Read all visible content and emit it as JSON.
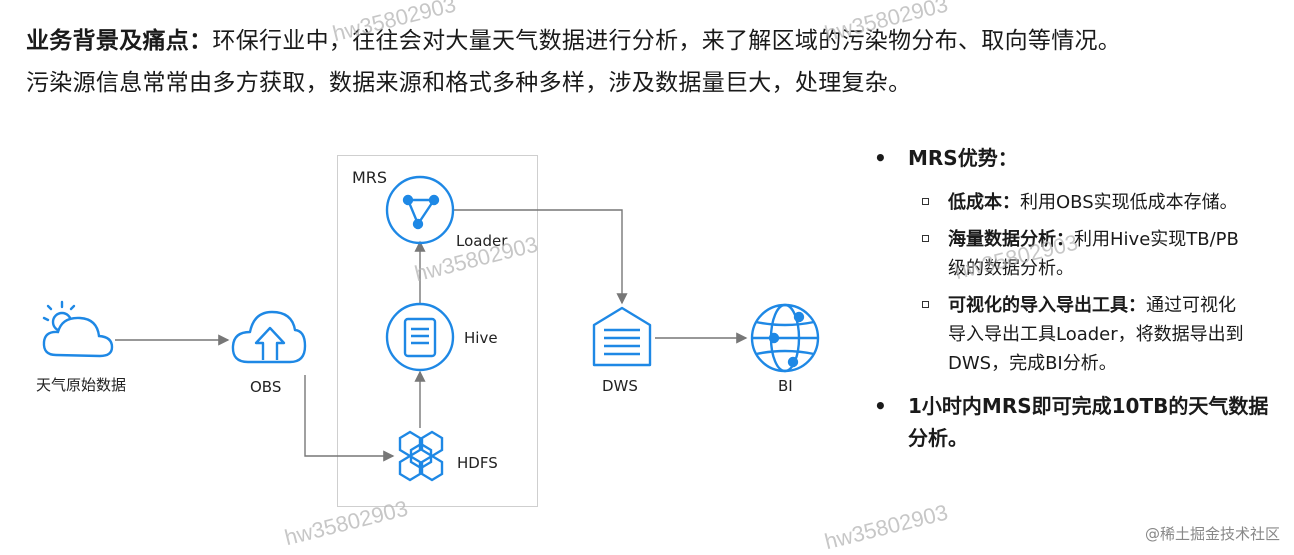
{
  "intro": {
    "heading": "业务背景及痛点：",
    "line1": "环保行业中，往往会对大量天气数据进行分析，来了解区域的污染物分布、取向等情况。",
    "line2": "污染源信息常常由多方获取，数据来源和格式多种多样，涉及数据量巨大，处理复杂。"
  },
  "diagram": {
    "mrs_group": "MRS",
    "nodes": {
      "weather": {
        "label": "天气原始数据",
        "icon": "sun-cloud-icon"
      },
      "obs": {
        "label": "OBS",
        "icon": "cloud-upload-icon"
      },
      "hdfs": {
        "label": "HDFS",
        "icon": "hexagon-cluster-icon"
      },
      "hive": {
        "label": "Hive",
        "icon": "document-list-icon"
      },
      "loader": {
        "label": "Loader",
        "icon": "triangle-network-icon"
      },
      "dws": {
        "label": "DWS",
        "icon": "warehouse-icon"
      },
      "bi": {
        "label": "BI",
        "icon": "globe-icon"
      }
    },
    "colors": {
      "accent": "#1e88e5",
      "line": "#777777"
    }
  },
  "advantages": {
    "title": "MRS优势：",
    "items": [
      {
        "bold": "低成本：",
        "text": "利用OBS实现低成本存储。"
      },
      {
        "bold": "海量数据分析：",
        "text": "利用Hive实现TB/PB级的数据分析。"
      },
      {
        "bold": "可视化的导入导出工具：",
        "text": "通过可视化导入导出工具Loader，将数据导出到DWS，完成BI分析。"
      }
    ],
    "conclusion": "1小时内MRS即可完成10TB的天气数据分析。"
  },
  "watermark": "hw35802903",
  "credit": "@稀土掘金技术社区"
}
